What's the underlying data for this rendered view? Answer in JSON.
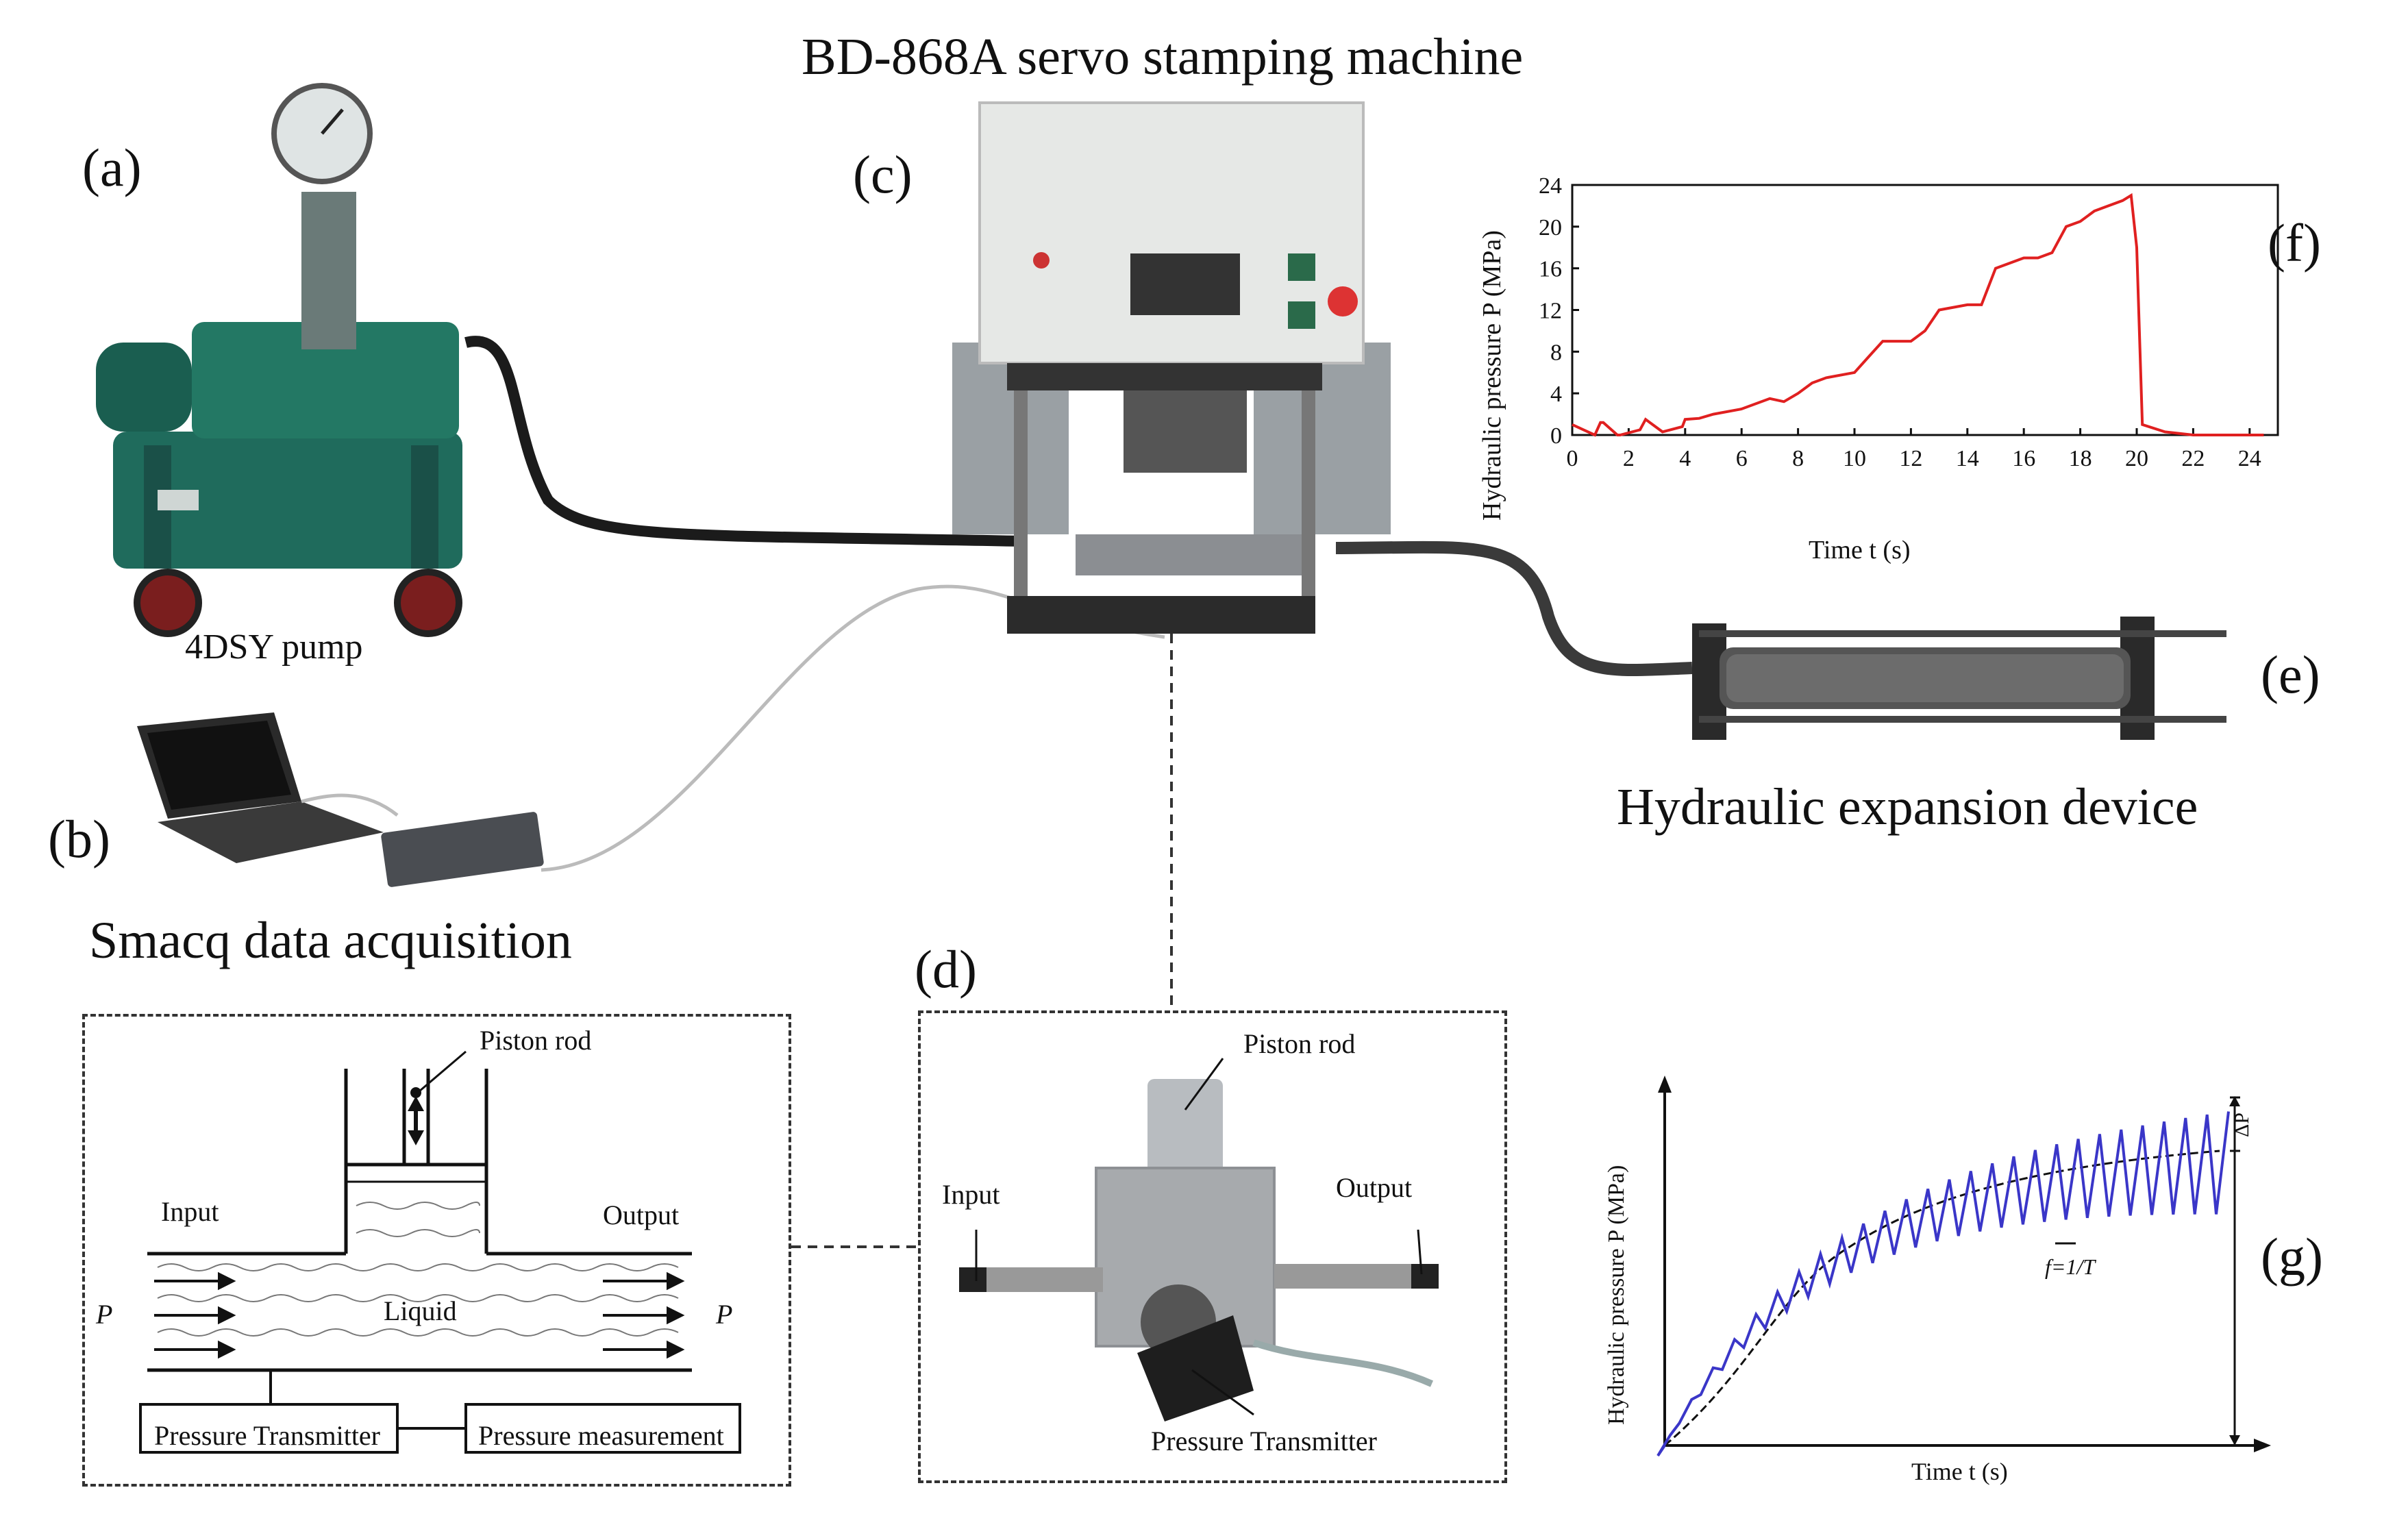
{
  "title": "BD-868A servo stamping machine",
  "panels": {
    "a": {
      "tag": "(a)",
      "caption": "4DSY pump"
    },
    "b": {
      "tag": "(b)",
      "caption": "Smacq data acquisition"
    },
    "c": {
      "tag": "(c)"
    },
    "d": {
      "tag": "(d)"
    },
    "e": {
      "tag": "(e)",
      "caption": "Hydraulic expansion device"
    },
    "f": {
      "tag": "(f)"
    },
    "g": {
      "tag": "(g)"
    }
  },
  "schematic": {
    "piston_rod": "Piston rod",
    "input": "Input",
    "output": "Output",
    "liquid": "Liquid",
    "p_left": "P",
    "p_right": "P",
    "pressure_transmitter": "Pressure Transmitter",
    "pressure_measurement": "Pressure measurement"
  },
  "photo_d": {
    "piston_rod": "Piston rod",
    "input": "Input",
    "output": "Output",
    "pressure_transmitter": "Pressure Transmitter"
  },
  "colors": {
    "red_series": "#e02020",
    "blue_series": "#3a36c8",
    "pump_green": "#1f6b5c"
  },
  "chart_data": [
    {
      "type": "line",
      "ylabel": "Hydraulic pressure P (MPa)",
      "xlabel": "Time t (s)",
      "xlim": [
        0,
        25
      ],
      "ylim": [
        0,
        24
      ],
      "xticks": [
        "0",
        "2",
        "4",
        "6",
        "8",
        "10",
        "12",
        "14",
        "16",
        "18",
        "20",
        "22",
        "24"
      ],
      "yticks": [
        "0",
        "4",
        "8",
        "12",
        "16",
        "20",
        "24"
      ],
      "series": [
        {
          "x": [
            0,
            0.4,
            0.8,
            1.0,
            1.1,
            1.6,
            1.7,
            2.4,
            2.6,
            3.2,
            3.9,
            4.0,
            4.5,
            5.0,
            6.0,
            7.0,
            7.5,
            8.0,
            8.5,
            9.0,
            10.0,
            10.5,
            11.0,
            12.0,
            12.5,
            13.0,
            14.0,
            14.5,
            15.0,
            16.0,
            16.5,
            17.0,
            17.5,
            18.0,
            18.5,
            19.0,
            19.5,
            19.8,
            20.0,
            20.2,
            21.0,
            22.0,
            23.0,
            24.0,
            24.5
          ],
          "y": [
            1,
            0.5,
            0,
            1.2,
            1.2,
            0,
            0,
            0.5,
            1.5,
            0.3,
            0.8,
            1.5,
            1.6,
            2.0,
            2.5,
            3.5,
            3.2,
            4.0,
            5.0,
            5.5,
            6.0,
            7.5,
            9.0,
            9.0,
            10.0,
            12.0,
            12.5,
            12.5,
            16.0,
            17.0,
            17.0,
            17.5,
            20.0,
            20.5,
            21.5,
            22.0,
            22.5,
            23.0,
            18.0,
            1.0,
            0.3,
            0,
            0,
            0,
            0
          ]
        }
      ]
    },
    {
      "type": "line",
      "ylabel": "Hydraulic pressure P (MPa)",
      "xlabel": "Time t (s)",
      "annotations": [
        "ΔP",
        "f=1/T"
      ],
      "series": [
        {
          "name": "",
          "x": [],
          "y": []
        }
      ]
    }
  ]
}
